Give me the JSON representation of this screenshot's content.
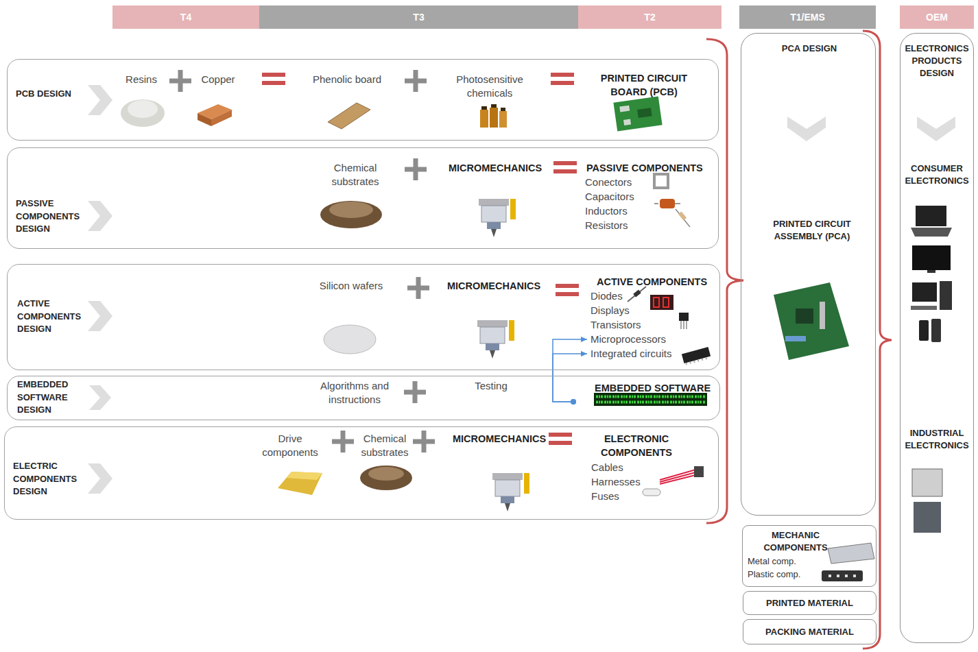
{
  "diagram": {
    "nodes": [
      {
        "text": [
          "T4"
        ]
      },
      {
        "text": [
          "T3"
        ]
      },
      {
        "text": [
          "T2"
        ]
      },
      {
        "text": [
          "T1/EMS"
        ]
      },
      {
        "text": [
          "OEM"
        ]
      },
      {
        "text": [
          "PCB DESIGN",
          "Resins",
          "Copper",
          "Phenolic board",
          "Photosensitive chemicals",
          "PRINTED CIRCUIT BOARD (PCB)"
        ]
      },
      {
        "text": [
          "PASSIVE COMPONENTS DESIGN",
          "Chemical substrates",
          "MICROMECHANICS",
          "PASSIVE COMPONENTS",
          "Conectors",
          "Capacitors",
          "Inductors",
          "Resistors"
        ]
      },
      {
        "text": [
          "ACTIVE COMPONENTS DESIGN",
          "Silicon wafers",
          "MICROMECHANICS",
          "ACTIVE COMPONENTS",
          "Diodes",
          "Displays",
          "Transistors",
          "Microprocessors",
          "Integrated circuits"
        ]
      },
      {
        "text": [
          "EMBEDDED SOFTWARE DESIGN",
          "Algorithms and instructions",
          "Testing",
          "EMBEDDED SOFTWARE"
        ]
      },
      {
        "text": [
          "ELECTRIC COMPONENTS DESIGN",
          "Drive components",
          "Chemical substrates",
          "MICROMECHANICS",
          "ELECTRONIC COMPONENTS",
          "Cables",
          "Harnesses",
          "Fuses"
        ]
      },
      {
        "text": [
          "PCA DESIGN",
          "PRINTED CIRCUIT ASSEMBLY (PCA)"
        ]
      },
      {
        "text": [
          "MECHANIC COMPONENTS",
          "Metal comp.",
          "Plastic comp."
        ]
      },
      {
        "text": [
          "PRINTED MATERIAL"
        ]
      },
      {
        "text": [
          "PACKING MATERIAL"
        ]
      },
      {
        "text": [
          "ELECTRONICS PRODUCTS DESIGN",
          "CONSUMER ELECTRONICS",
          "INDUSTRIAL ELECTRONICS"
        ]
      }
    ],
    "edges": [
      {
        "from": 8,
        "to": 7,
        "arrow": "to"
      },
      {
        "from": 8,
        "to": 7,
        "arrow": "to"
      }
    ]
  }
}
